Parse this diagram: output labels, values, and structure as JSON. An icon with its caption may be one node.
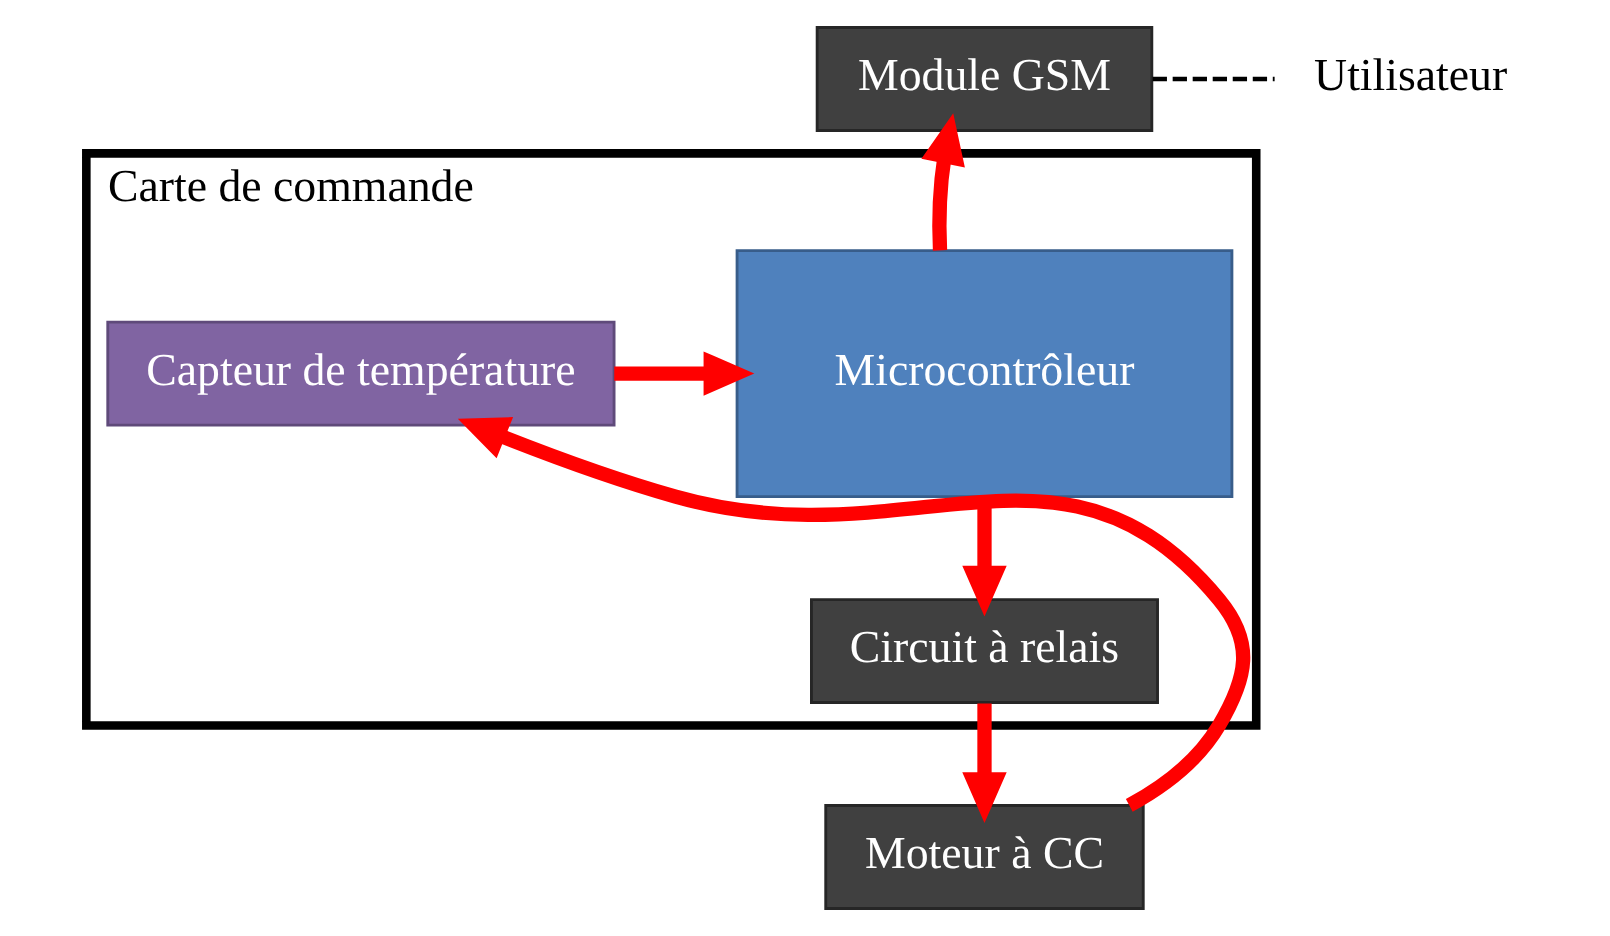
{
  "diagram": {
    "nodes": [
      {
        "text": [
          "Carte de commande"
        ]
      },
      {
        "text": [
          "Capteur de température"
        ],
        "in": 0
      },
      {
        "text": [
          "Microcontrôleur"
        ],
        "in": 0
      },
      {
        "text": [
          "Circuit à relais"
        ],
        "in": 0
      },
      {
        "text": [
          "Module GSM"
        ]
      },
      {
        "text": [
          "Utilisateur"
        ]
      },
      {
        "text": [
          "Moteur à CC"
        ]
      }
    ],
    "edges": [
      {
        "from": 1,
        "to": 2,
        "arrow": "to"
      },
      {
        "from": 2,
        "to": 4,
        "arrow": "to"
      },
      {
        "from": 2,
        "to": 3,
        "arrow": "to"
      },
      {
        "from": 3,
        "to": 6,
        "arrow": "to"
      },
      {
        "from": 6,
        "to": 1,
        "arrow": "to"
      },
      {
        "from": 4,
        "to": 5,
        "arrow": "none",
        "style": "dashed",
        "color": "#000000"
      }
    ]
  }
}
